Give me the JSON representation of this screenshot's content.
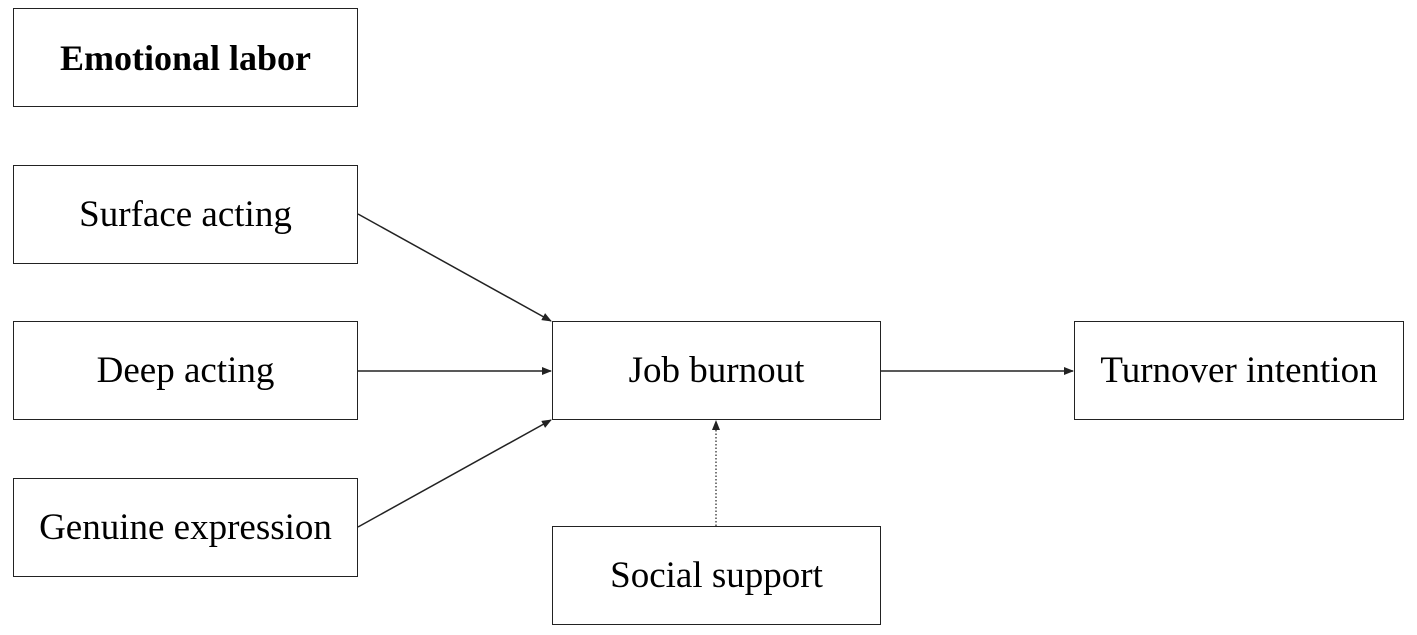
{
  "nodes": {
    "emotional_labor": "Emotional labor",
    "surface_acting": "Surface acting",
    "deep_acting": "Deep acting",
    "genuine_expression": "Genuine expression",
    "job_burnout": "Job burnout",
    "turnover_intention": "Turnover intention",
    "social_support": "Social support"
  },
  "edges": [
    {
      "from": "surface_acting",
      "to": "job_burnout",
      "style": "solid"
    },
    {
      "from": "deep_acting",
      "to": "job_burnout",
      "style": "solid"
    },
    {
      "from": "genuine_expression",
      "to": "job_burnout",
      "style": "solid"
    },
    {
      "from": "job_burnout",
      "to": "turnover_intention",
      "style": "solid"
    },
    {
      "from": "social_support",
      "to": "job_burnout",
      "style": "dotted"
    }
  ],
  "colors": {
    "line": "#222222",
    "background": "#ffffff",
    "text": "#000000"
  }
}
